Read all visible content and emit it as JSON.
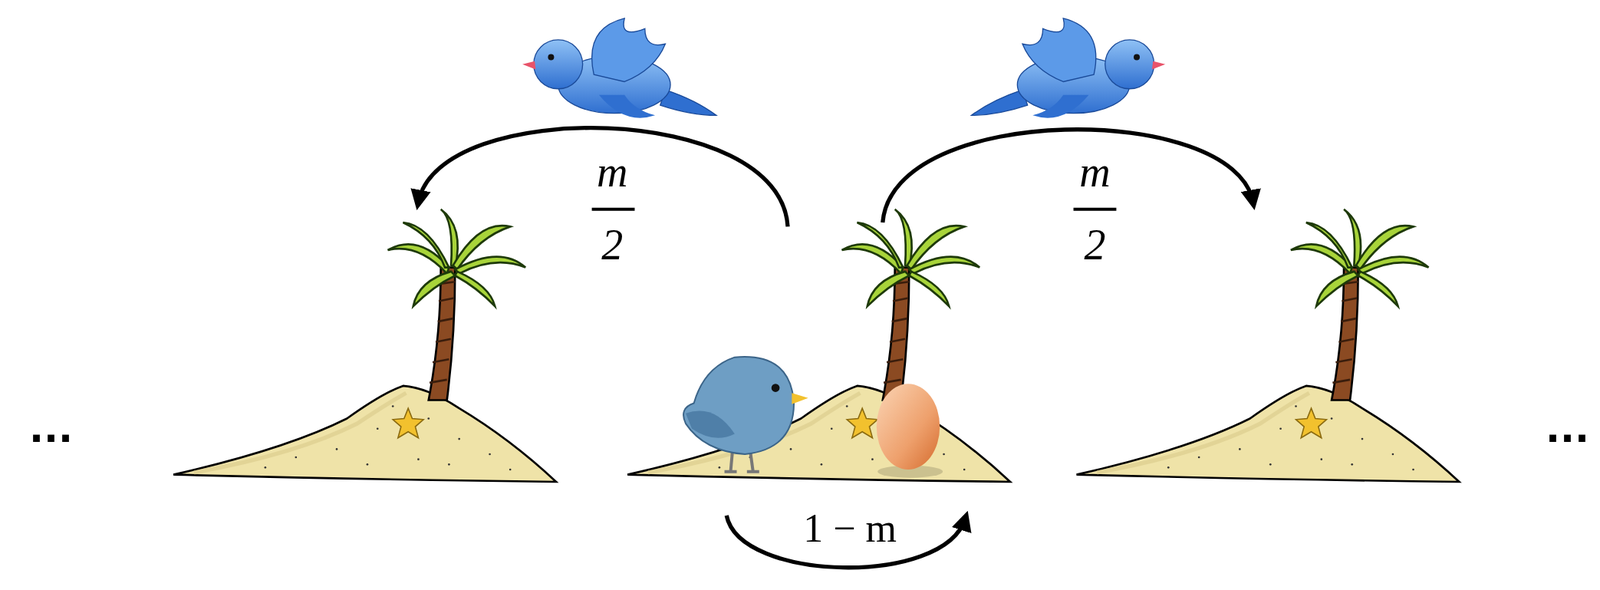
{
  "diagram": {
    "labels": [
      "m",
      "2",
      "m",
      "2",
      "1 − m",
      "...",
      "..."
    ]
  }
}
